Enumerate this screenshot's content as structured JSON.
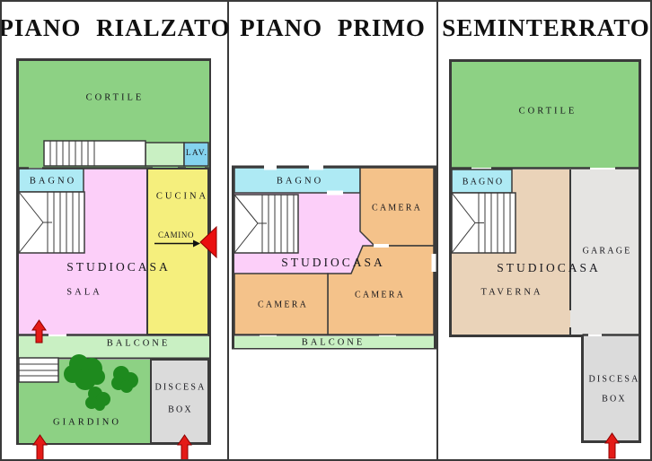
{
  "panels": {
    "rialzato": {
      "title": "PIANO RIALZATO",
      "rooms": {
        "cortile": "CORTILE",
        "lav": "LAV.",
        "bagno": "BAGNO",
        "cucina": "CUCINA",
        "camino": "CAMINO",
        "studiocasa": "STUDIOCASA",
        "sala": "SALA",
        "balcone": "BALCONE",
        "giardino": "GIARDINO",
        "discesa": "DISCESA",
        "box": "BOX"
      }
    },
    "primo": {
      "title": "PIANO PRIMO",
      "rooms": {
        "bagno": "BAGNO",
        "camera1": "CAMERA",
        "studiocasa": "STUDIOCASA",
        "camera2": "CAMERA",
        "camera3": "CAMERA",
        "balcone": "BALCONE"
      }
    },
    "seminterrato": {
      "title": "SEMINTERRATO",
      "rooms": {
        "cortile": "CORTILE",
        "bagno": "BAGNO",
        "garage": "GARAGE",
        "studiocasa": "STUDIOCASA",
        "taverna": "TAVERNA",
        "discesa": "DISCESA",
        "box": "BOX"
      }
    }
  },
  "colors": {
    "wall": "#3a3a3a",
    "grass": "#8dd184",
    "tree": "#1e8a1e",
    "pale_green": "#c9f0c3",
    "cyan": "#aeeaf4",
    "lav_blue": "#84d3ee",
    "pink": "#fccff9",
    "yellow": "#f5ef7d",
    "orange": "#f4c28a",
    "tan": "#ead3b9",
    "garage_gray": "#e5e4e2",
    "box_gray": "#dbdbdb",
    "arrow_red": "#e41b17",
    "fireplace_red": "#ea0f0f"
  }
}
